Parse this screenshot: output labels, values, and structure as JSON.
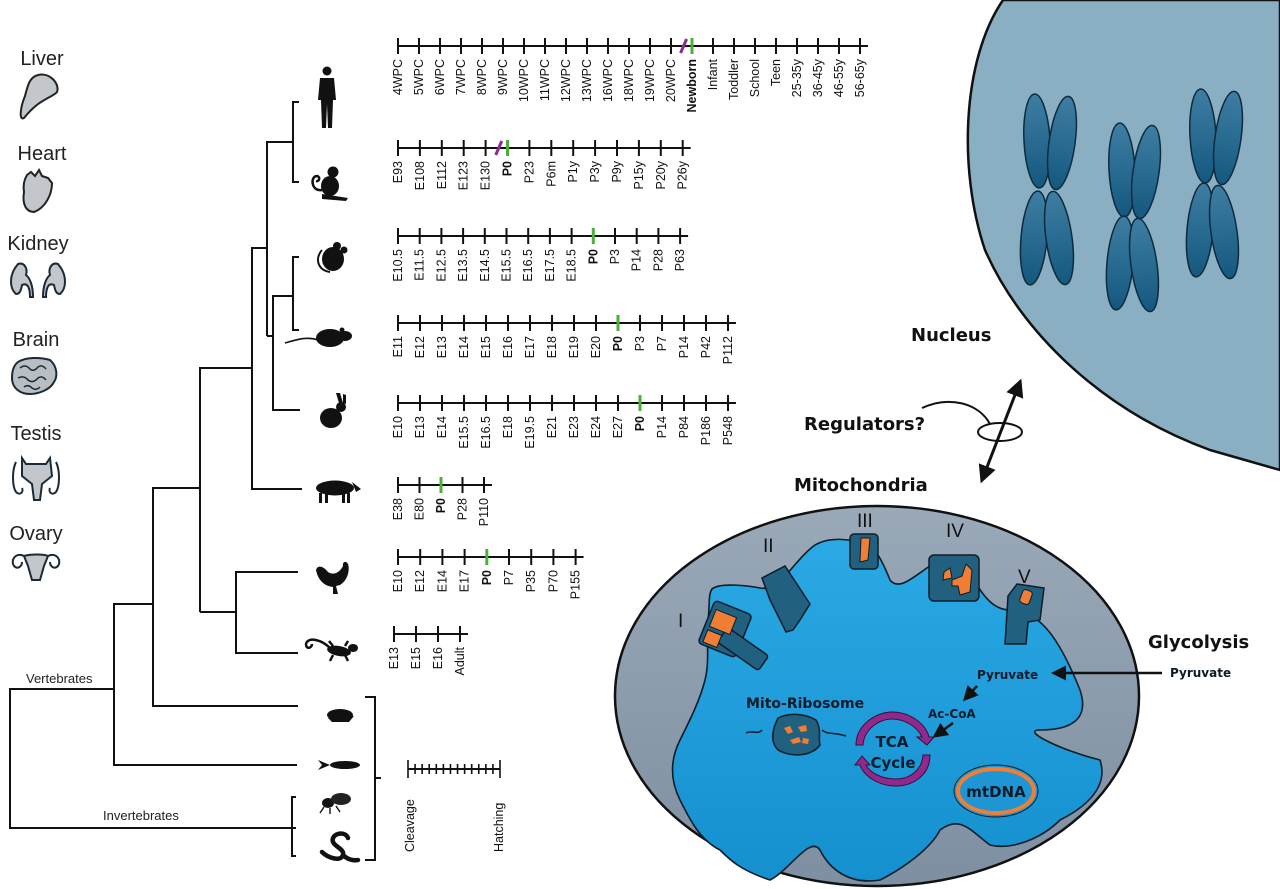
{
  "organs": [
    {
      "label": "Liver",
      "icon": "liver-icon"
    },
    {
      "label": "Heart",
      "icon": "heart-icon"
    },
    {
      "label": "Kidney",
      "icon": "kidney-icon"
    },
    {
      "label": "Brain",
      "icon": "brain-icon"
    },
    {
      "label": "Testis",
      "icon": "testis-icon"
    },
    {
      "label": "Ovary",
      "icon": "ovary-icon"
    }
  ],
  "clades": {
    "vertebrates": "Vertebrates",
    "invertebrates": "Invertebrates"
  },
  "species": [
    {
      "name": "human",
      "icon": "human-icon",
      "birth_index": 14,
      "break_before_birth": true,
      "stages": [
        "4WPC",
        "5WPC",
        "6WPC",
        "7WPC",
        "8WPC",
        "9WPC",
        "10WPC",
        "11WPC",
        "12WPC",
        "13WPC",
        "16WPC",
        "18WPC",
        "19WPC",
        "20WPC",
        "Newborn",
        "Infant",
        "Toddler",
        "School",
        "Teen",
        "25-35y",
        "36-45y",
        "46-55y",
        "56-65y"
      ]
    },
    {
      "name": "monkey",
      "icon": "monkey-icon",
      "birth_index": 5,
      "break_before_birth": true,
      "stages": [
        "E93",
        "E108",
        "E112",
        "E123",
        "E130",
        "P0",
        "P23",
        "P6m",
        "P1y",
        "P3y",
        "P9y",
        "P15y",
        "P20y",
        "P26y"
      ]
    },
    {
      "name": "mouse",
      "icon": "mouse-icon",
      "birth_index": 9,
      "break_before_birth": false,
      "stages": [
        "E10.5",
        "E11.5",
        "E12.5",
        "E13.5",
        "E14.5",
        "E15.5",
        "E16.5",
        "E17.5",
        "E18.5",
        "P0",
        "P3",
        "P14",
        "P28",
        "P63"
      ]
    },
    {
      "name": "rat",
      "icon": "rat-icon",
      "birth_index": 10,
      "break_before_birth": false,
      "stages": [
        "E11",
        "E12",
        "E13",
        "E14",
        "E15",
        "E16",
        "E17",
        "E18",
        "E19",
        "E20",
        "P0",
        "P3",
        "P7",
        "P14",
        "P42",
        "P112"
      ]
    },
    {
      "name": "rabbit",
      "icon": "rabbit-icon",
      "birth_index": 11,
      "break_before_birth": false,
      "stages": [
        "E10",
        "E13",
        "E14",
        "E15.5",
        "E16.5",
        "E18",
        "E19.5",
        "E21",
        "E23",
        "E24",
        "E27",
        "P0",
        "P14",
        "P84",
        "P186",
        "P548"
      ]
    },
    {
      "name": "pig",
      "icon": "pig-icon",
      "birth_index": 2,
      "break_before_birth": false,
      "stages": [
        "E38",
        "E80",
        "P0",
        "P28",
        "P110"
      ]
    },
    {
      "name": "chicken",
      "icon": "chicken-icon",
      "birth_index": 4,
      "break_before_birth": false,
      "stages": [
        "E10",
        "E12",
        "E14",
        "E17",
        "P0",
        "P7",
        "P35",
        "P70",
        "P155"
      ]
    },
    {
      "name": "lizard",
      "icon": "lizard-icon",
      "birth_index": -1,
      "break_before_birth": false,
      "stages": [
        "E13",
        "E15",
        "E16",
        "Adult"
      ]
    },
    {
      "name": "frog",
      "icon": "frog-icon"
    },
    {
      "name": "fish",
      "icon": "fish-icon"
    },
    {
      "name": "fly",
      "icon": "fly-icon"
    },
    {
      "name": "worm",
      "icon": "worm-icon"
    }
  ],
  "shared_timeline": {
    "start": "Cleavage",
    "end": "Hatching"
  },
  "cell": {
    "nucleus": "Nucleus",
    "regulators": "Regulators?",
    "mitochondria": "Mitochondria",
    "glycolysis": "Glycolysis",
    "pyruvate_outside": "Pyruvate",
    "pyruvate_inside": "Pyruvate",
    "ac_coa": "Ac-CoA",
    "mito_ribosome": "Mito-Ribosome",
    "tca_line1": "TCA",
    "tca_line2": "Cycle",
    "mtdna": "mtDNA",
    "complexes": [
      "I",
      "II",
      "III",
      "IV",
      "V"
    ]
  },
  "colors": {
    "birth_marker": "#4caf3a",
    "break_marker": "#8e2c8e",
    "nucleus_fill": "#8aafc3",
    "chromosome": "#1f6a92",
    "mito_outer": "#a3b1bf",
    "mito_matrix": "#1ea2de",
    "complex": "#22607f",
    "complex_core": "#f07f35",
    "tca_arrow": "#8f2a8c",
    "mtdna_ring": "#f07f35"
  }
}
